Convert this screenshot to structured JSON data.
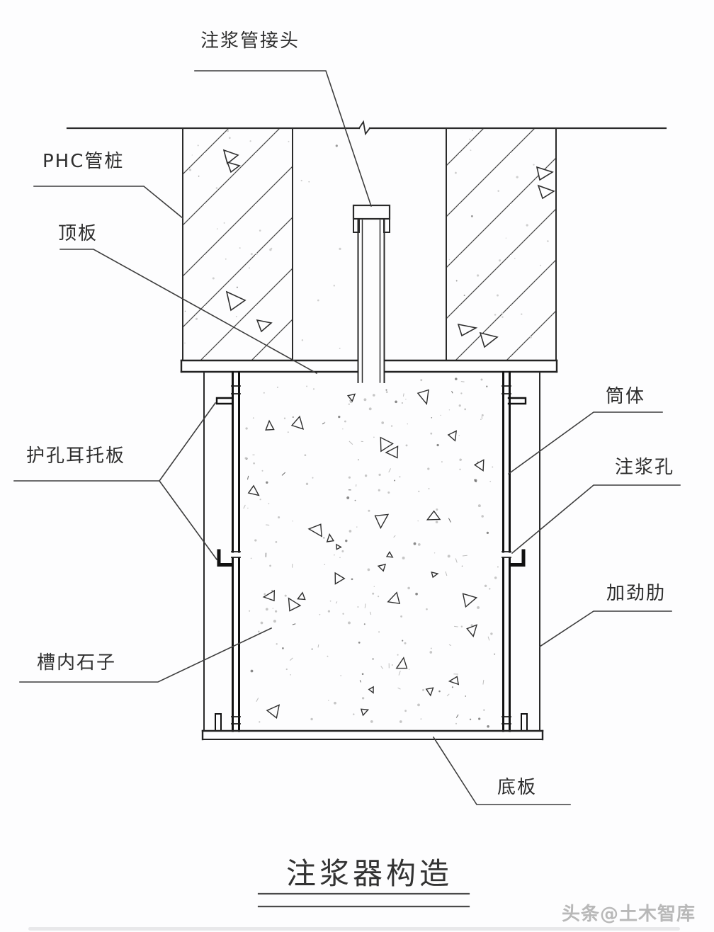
{
  "diagram": {
    "title": "注浆器构造",
    "watermark": "头条@土木智库",
    "labels": {
      "grout_pipe_joint": "注浆管接头",
      "phc_pile": "PHC管桩",
      "top_plate": "顶板",
      "ear_bracket": "护孔耳托板",
      "stones_in_trough": "槽内石子",
      "cylinder_body": "筒体",
      "grout_hole": "注浆孔",
      "stiffener_rib": "加劲肋",
      "bottom_plate": "底板"
    },
    "colors": {
      "ink": "#2a2a2a",
      "leader": "#3d3d3d",
      "hatch": "#4a4a4a",
      "speck_light": "#c6c6c6",
      "speck_dark": "#8a8a8a",
      "watermark": "#b8b8b8",
      "background": "#fdfdfe"
    }
  }
}
